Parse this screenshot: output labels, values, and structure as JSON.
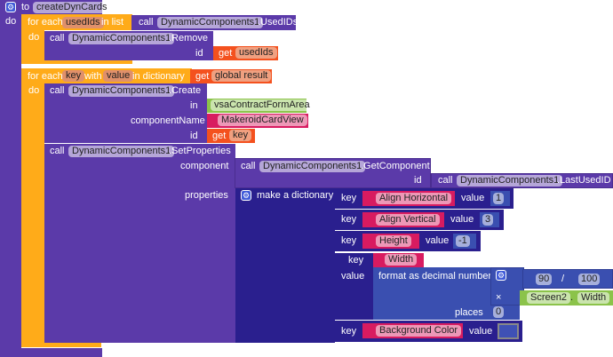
{
  "procedure": {
    "to": "to",
    "name": "createDynCards",
    "do": "do"
  },
  "loop1": {
    "for_each": "for each",
    "var": "usedIds",
    "in_list": "in list",
    "do": "do",
    "list_call": {
      "call": "call",
      "component": "DynamicComponents1",
      "method": ".UsedIDs"
    },
    "remove": {
      "call": "call",
      "component": "DynamicComponents1",
      "method": ".Remove",
      "id_label": "id",
      "get": "get",
      "get_var": "usedIds"
    }
  },
  "loop2": {
    "for_each": "for each",
    "key": "key",
    "with": "with",
    "value": "value",
    "in_dictionary": "in dictionary",
    "do": "do",
    "get": "get",
    "dict_var": "global result",
    "create": {
      "call": "call",
      "component": "DynamicComponents1",
      "method": ".Create",
      "in_label": "in",
      "in_value": "vsaContractFormArea",
      "name_label": "componentName",
      "name_value": "MakeroidCardView",
      "id_label": "id",
      "get": "get",
      "id_var": "key"
    },
    "setprops": {
      "call": "call",
      "component": "DynamicComponents1",
      "method": ".SetProperties",
      "component_label": "component",
      "properties_label": "properties",
      "getcomp": {
        "call": "call",
        "component": "DynamicComponents1",
        "method": ".GetComponent",
        "id_label": "id",
        "last": {
          "call": "call",
          "component": "DynamicComponents1",
          "method": ".LastUsedID"
        }
      },
      "dict": {
        "label": "make a dictionary",
        "key": "key",
        "value": "value",
        "pairs": [
          {
            "key": "Align Horizontal",
            "value": "1"
          },
          {
            "key": "Align Vertical",
            "value": "3"
          },
          {
            "key": "Height",
            "value": "-1"
          },
          {
            "key": "Width"
          },
          {
            "key": "Background Color"
          }
        ],
        "format": {
          "label": "format as decimal number",
          "places": "places",
          "places_value": "0",
          "num": "90",
          "div": "/",
          "den": "100",
          "times": "×",
          "screen": "Screen2",
          "dot": ".",
          "prop": "Width"
        }
      }
    }
  },
  "colors": {
    "procedure": "#5b3aa9",
    "control": "#ffab19",
    "dictionary": "#2a1f8e",
    "math": "#3a4fb0",
    "text": "#d81b60",
    "variable": "#f4511e",
    "component_prop": "#8bc34a",
    "swatch": "#3f51b5"
  }
}
